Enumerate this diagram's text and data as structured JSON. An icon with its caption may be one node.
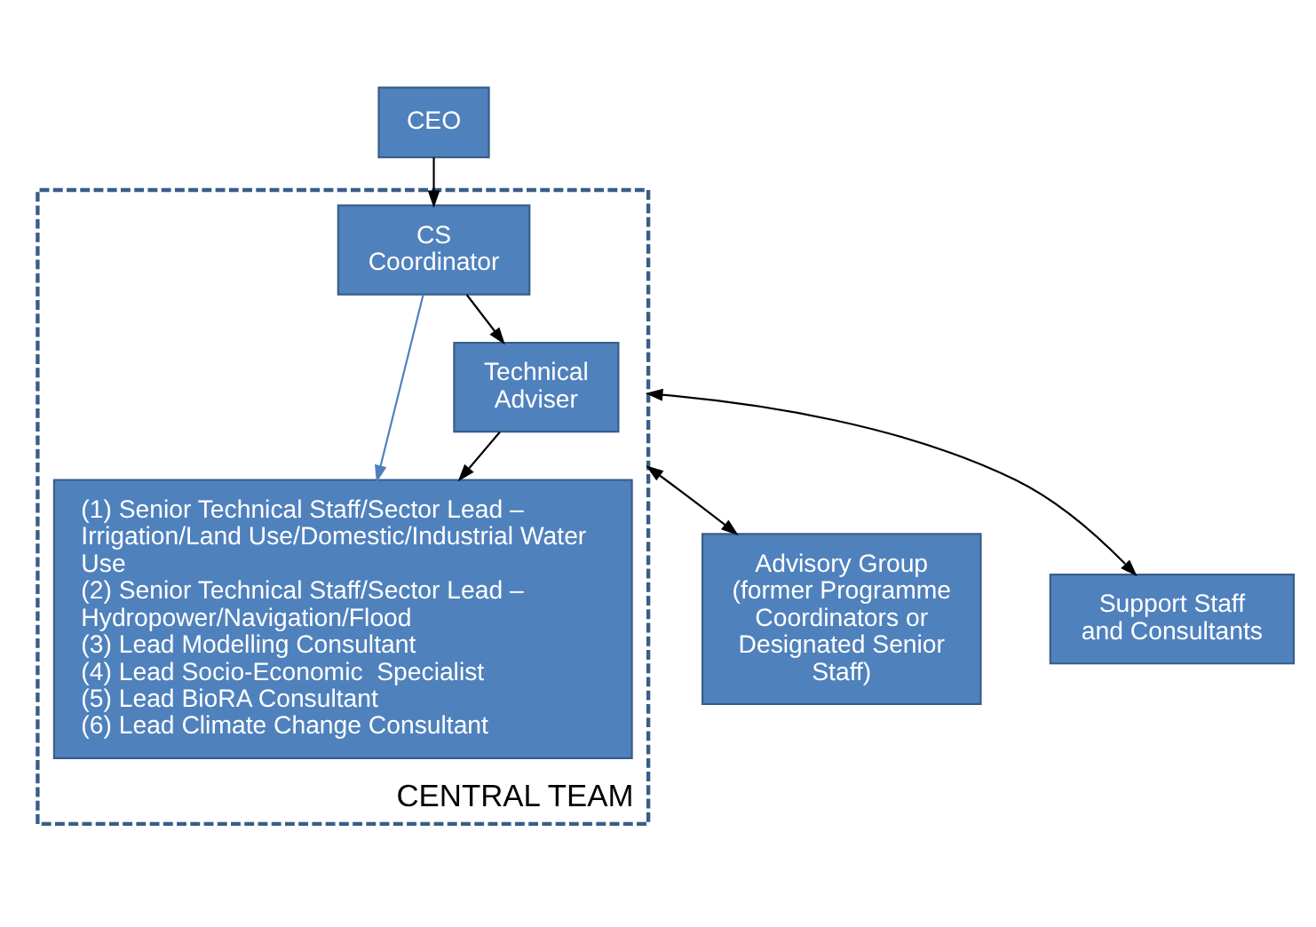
{
  "diagram": {
    "nodes": [
      {
        "text": [
          "CEO"
        ]
      },
      {
        "text": [
          "CENTRAL TEAM"
        ]
      },
      {
        "text": [
          "CS Coordinator"
        ],
        "in": 1
      },
      {
        "text": [
          "Technical Adviser"
        ],
        "in": 1
      },
      {
        "text": [
          "(1) Senior Technical Staff/Sector Lead – Irrigation/Land Use/Domestic/Industrial Water Use",
          "(2) Senior Technical Staff/Sector Lead – Hydropower/Navigation/Flood",
          "(3) Lead Modelling Consultant",
          "(4) Lead Socio-Economic  Specialist",
          "(5) Lead BioRA Consultant",
          "(6) Lead Climate Change Consultant"
        ],
        "in": 1
      },
      {
        "text": [
          "Advisory Group (former Programme Coordinators or Designated Senior Staff)"
        ]
      },
      {
        "text": [
          "Support Staff and Consultants"
        ]
      }
    ],
    "edges": [
      {
        "from": 0,
        "to": 2,
        "arrow": "to"
      },
      {
        "from": 2,
        "to": 3,
        "arrow": "to"
      },
      {
        "from": 3,
        "to": 4,
        "arrow": "to"
      },
      {
        "from": 2,
        "to": 4,
        "arrow": "to",
        "color": "#4f81bd"
      },
      {
        "from": 1,
        "to": 5,
        "arrow": "both"
      },
      {
        "from": 1,
        "to": 6,
        "arrow": "both"
      }
    ]
  }
}
